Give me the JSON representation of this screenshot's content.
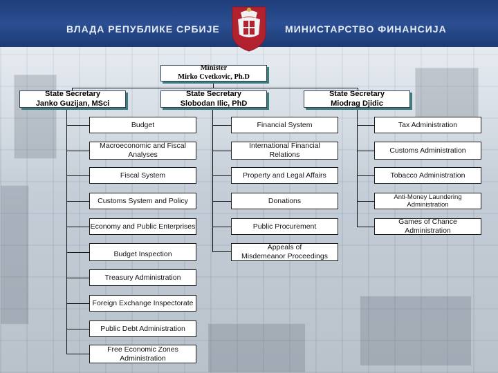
{
  "header": {
    "left_title": "ВЛАДА РЕПУБЛИКЕ СРБИЈЕ",
    "right_title": "МИНИСТАРСТВО ФИНАНСИЈА",
    "emblem_icon": "serbia-coat-of-arms-icon",
    "background_color": "#2b4f92"
  },
  "minister": {
    "role": "Minister",
    "name": "Mirko Cvetkovic, Ph.D"
  },
  "secretaries": [
    {
      "role": "State Secretary",
      "name": "Janko Guzijan, MSci"
    },
    {
      "role": "State Secretary",
      "name": "Slobodan Ilic, PhD"
    },
    {
      "role": "State Secretary",
      "name": "Miodrag Djidic"
    }
  ],
  "columns": {
    "left": [
      "Budget",
      "Macroeconomic and Fiscal\nAnalyses",
      "Fiscal System",
      "Customs System and Policy",
      "Economy and Public Enterprises",
      "Budget Inspection",
      "Treasury Administration",
      "Foreign Exchange Inspectorate",
      "Public Debt Administration",
      "Free Economic Zones\nAdministration"
    ],
    "middle": [
      "Financial System",
      "International Financial\nRelations",
      "Property and Legal Affairs",
      "Donations",
      "Public Procurement",
      "Appeals of\nMisdemeanor Proceedings"
    ],
    "right": [
      "Tax Administration",
      "Customs Administration",
      "Tobacco Administration",
      "Anti-Money Laundering\nAdministration",
      "Games of Chance\nAdministration"
    ]
  },
  "colors": {
    "shadow": "#3f7d7d",
    "line": "#111111"
  }
}
